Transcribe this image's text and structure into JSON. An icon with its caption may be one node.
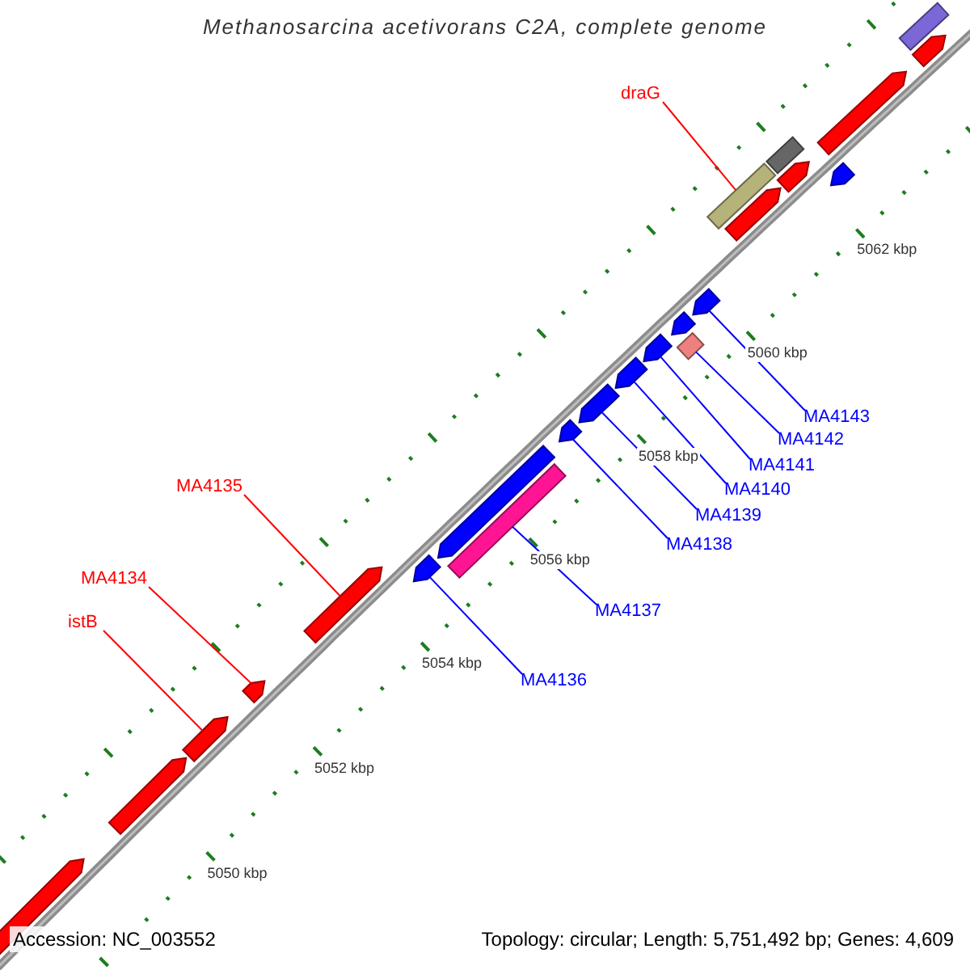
{
  "diagram": {
    "title": "Methanosarcina acetivorans C2A, complete genome",
    "nodes": [
      {
        "text": [
          "draG"
        ]
      },
      {
        "text": [
          "MA4143"
        ]
      },
      {
        "text": [
          "MA4142"
        ]
      },
      {
        "text": [
          "MA4141"
        ]
      },
      {
        "text": [
          "MA4135"
        ]
      },
      {
        "text": [
          "MA4140"
        ]
      },
      {
        "text": [
          "MA4139"
        ]
      },
      {
        "text": [
          "MA4138"
        ]
      },
      {
        "text": [
          "MA4134"
        ]
      },
      {
        "text": [
          "MA4137"
        ]
      },
      {
        "text": [
          "istB"
        ]
      },
      {
        "text": [
          "MA4136"
        ]
      },
      {
        "text": [],
        "shape": "pentagon"
      },
      {
        "text": [],
        "shape": "pentagon"
      },
      {
        "text": [],
        "shape": "pentagon"
      },
      {
        "text": [],
        "shape": "pentagon"
      },
      {
        "text": [],
        "shape": "pentagon"
      },
      {
        "text": [],
        "shape": "pentagon"
      },
      {
        "text": [],
        "shape": "pentagon"
      },
      {
        "text": [],
        "shape": "box"
      },
      {
        "text": [],
        "shape": "pentagon"
      },
      {
        "text": [],
        "shape": "pentagon"
      },
      {
        "text": [],
        "shape": "pentagon"
      },
      {
        "text": [],
        "shape": "pentagon"
      },
      {
        "text": [],
        "shape": "box"
      },
      {
        "text": [],
        "shape": "pentagon"
      },
      {
        "text": [],
        "shape": "pentagon"
      },
      {
        "text": [],
        "shape": "box"
      },
      {
        "text": [],
        "shape": "pentagon"
      },
      {
        "text": [],
        "shape": "box"
      },
      {
        "text": [],
        "shape": "pentagon"
      },
      {
        "text": [],
        "shape": "pentagon"
      },
      {
        "text": [],
        "shape": "pentagon"
      },
      {
        "text": [],
        "shape": "box"
      },
      {
        "text": [],
        "shape": "pentagon"
      }
    ],
    "edges": [
      {
        "from": 0,
        "to": 27,
        "arrow": "none",
        "color": "#ff0000"
      },
      {
        "from": 1,
        "to": 26,
        "arrow": "none"
      },
      {
        "from": 2,
        "to": 24,
        "arrow": "none"
      },
      {
        "from": 3,
        "to": 23,
        "arrow": "none"
      },
      {
        "from": 4,
        "to": 16,
        "arrow": "none",
        "color": "#ff0000"
      },
      {
        "from": 5,
        "to": 22,
        "arrow": "none"
      },
      {
        "from": 6,
        "to": 21,
        "arrow": "none"
      },
      {
        "from": 7,
        "to": 20,
        "arrow": "none"
      },
      {
        "from": 8,
        "to": 15,
        "arrow": "none",
        "color": "#ff0000"
      },
      {
        "from": 9,
        "to": 19,
        "arrow": "none"
      },
      {
        "from": 10,
        "to": 14,
        "arrow": "none",
        "color": "#ff0000"
      },
      {
        "from": 11,
        "to": 17,
        "arrow": "none"
      }
    ],
    "labels": [
      "5062 kbp",
      "5060 kbp",
      "5058 kbp",
      "5056 kbp",
      "5054 kbp",
      "5052 kbp",
      "5050 kbp",
      "Accession: NC_003552",
      "Topology: circular; Length: 5,751,492 bp; Genes: 4,609"
    ]
  }
}
